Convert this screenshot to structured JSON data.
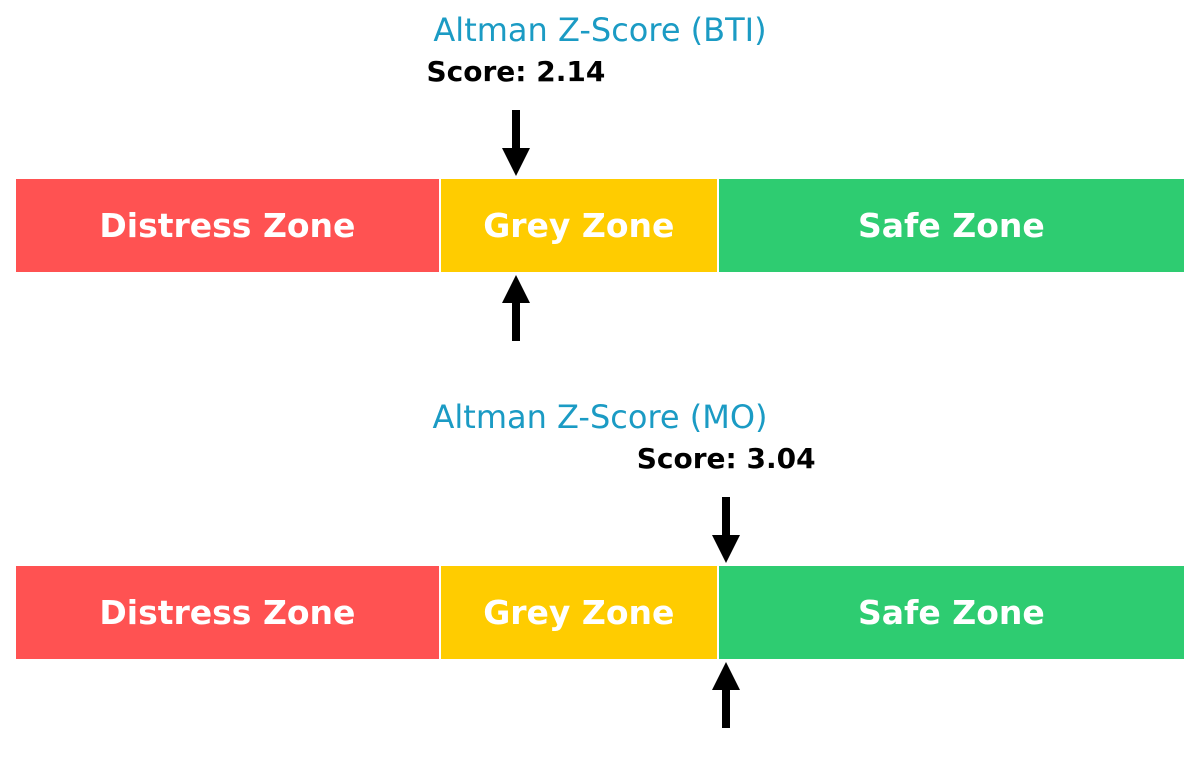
{
  "chart_data": [
    {
      "type": "gauge",
      "title": "Altman Z-Score (BTI)",
      "score_label": "Score: 2.14",
      "score": 2.14,
      "range": [
        0.0,
        5.0
      ],
      "zones": [
        {
          "label": "Distress Zone",
          "from": 0.0,
          "to": 1.81,
          "color": "#ff5252"
        },
        {
          "label": "Grey Zone",
          "from": 1.81,
          "to": 3.0,
          "color": "#ffcc00"
        },
        {
          "label": "Safe Zone",
          "from": 3.0,
          "to": 5.0,
          "color": "#2ecc71"
        }
      ]
    },
    {
      "type": "gauge",
      "title": "Altman Z-Score (MO)",
      "score_label": "Score: 3.04",
      "score": 3.04,
      "range": [
        0.0,
        5.0
      ],
      "zones": [
        {
          "label": "Distress Zone",
          "from": 0.0,
          "to": 1.81,
          "color": "#ff5252"
        },
        {
          "label": "Grey Zone",
          "from": 1.81,
          "to": 3.0,
          "color": "#ffcc00"
        },
        {
          "label": "Safe Zone",
          "from": 3.0,
          "to": 5.0,
          "color": "#2ecc71"
        }
      ]
    }
  ]
}
